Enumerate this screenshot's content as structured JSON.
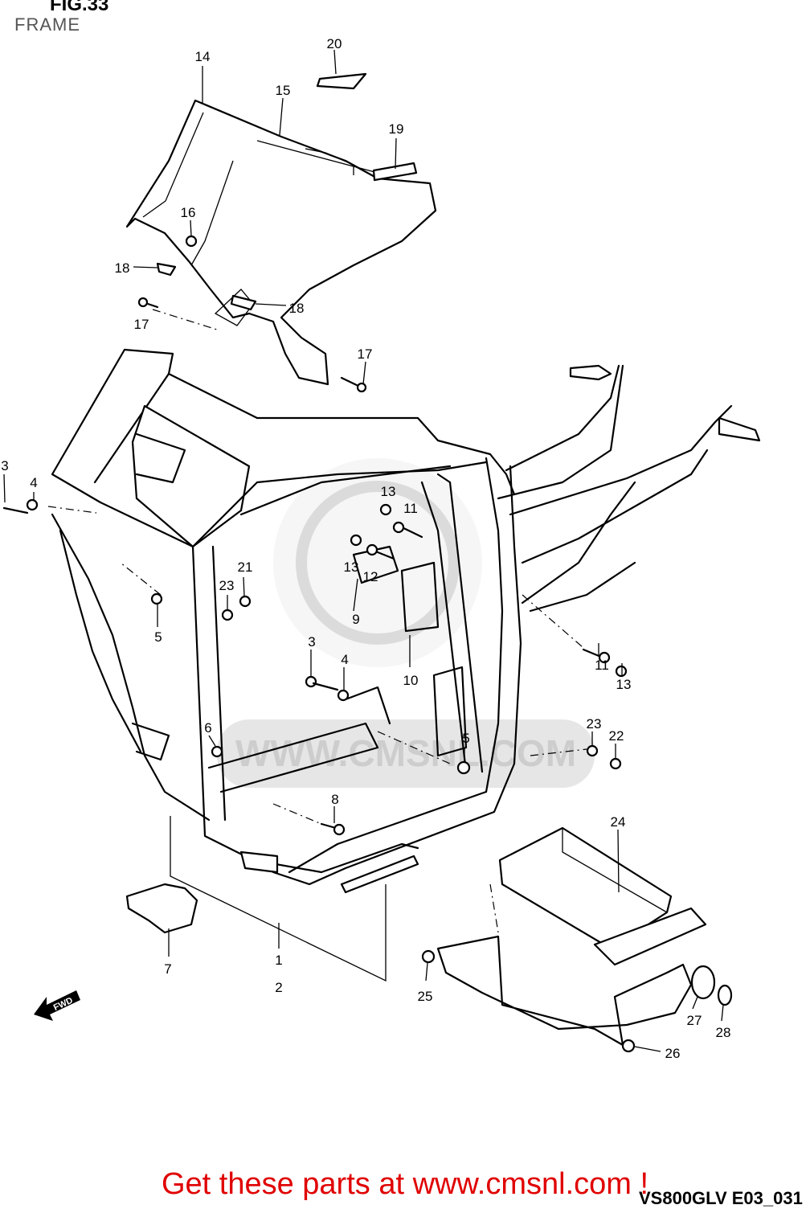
{
  "figure": {
    "title": "FIG.33",
    "section": "FRAME",
    "watermark": "WWW.CMSNL.COM",
    "fwd_label": "FWD",
    "doc_code": "VS800GLV E03_031",
    "footer_link": "Get these parts at www.cmsnl.com !"
  },
  "colors": {
    "footer": "#e00000",
    "watermark": "#d8d8d8",
    "lines": "#000000"
  },
  "callouts": {
    "c1": "1",
    "c2": "2",
    "c3a": "3",
    "c3b": "3",
    "c4a": "4",
    "c4b": "4",
    "c5a": "5",
    "c5b": "5",
    "c6": "6",
    "c7": "7",
    "c8": "8",
    "c9": "9",
    "c10": "10",
    "c11a": "11",
    "c11b": "11",
    "c12": "12",
    "c13a": "13",
    "c13b": "13",
    "c13c": "13",
    "c14": "14",
    "c15": "15",
    "c16": "16",
    "c17a": "17",
    "c17b": "17",
    "c18a": "18",
    "c18b": "18",
    "c19": "19",
    "c20": "20",
    "c21": "21",
    "c22": "22",
    "c23a": "23",
    "c23b": "23",
    "c24": "24",
    "c25": "25",
    "c26": "26",
    "c27": "27",
    "c28": "28"
  }
}
